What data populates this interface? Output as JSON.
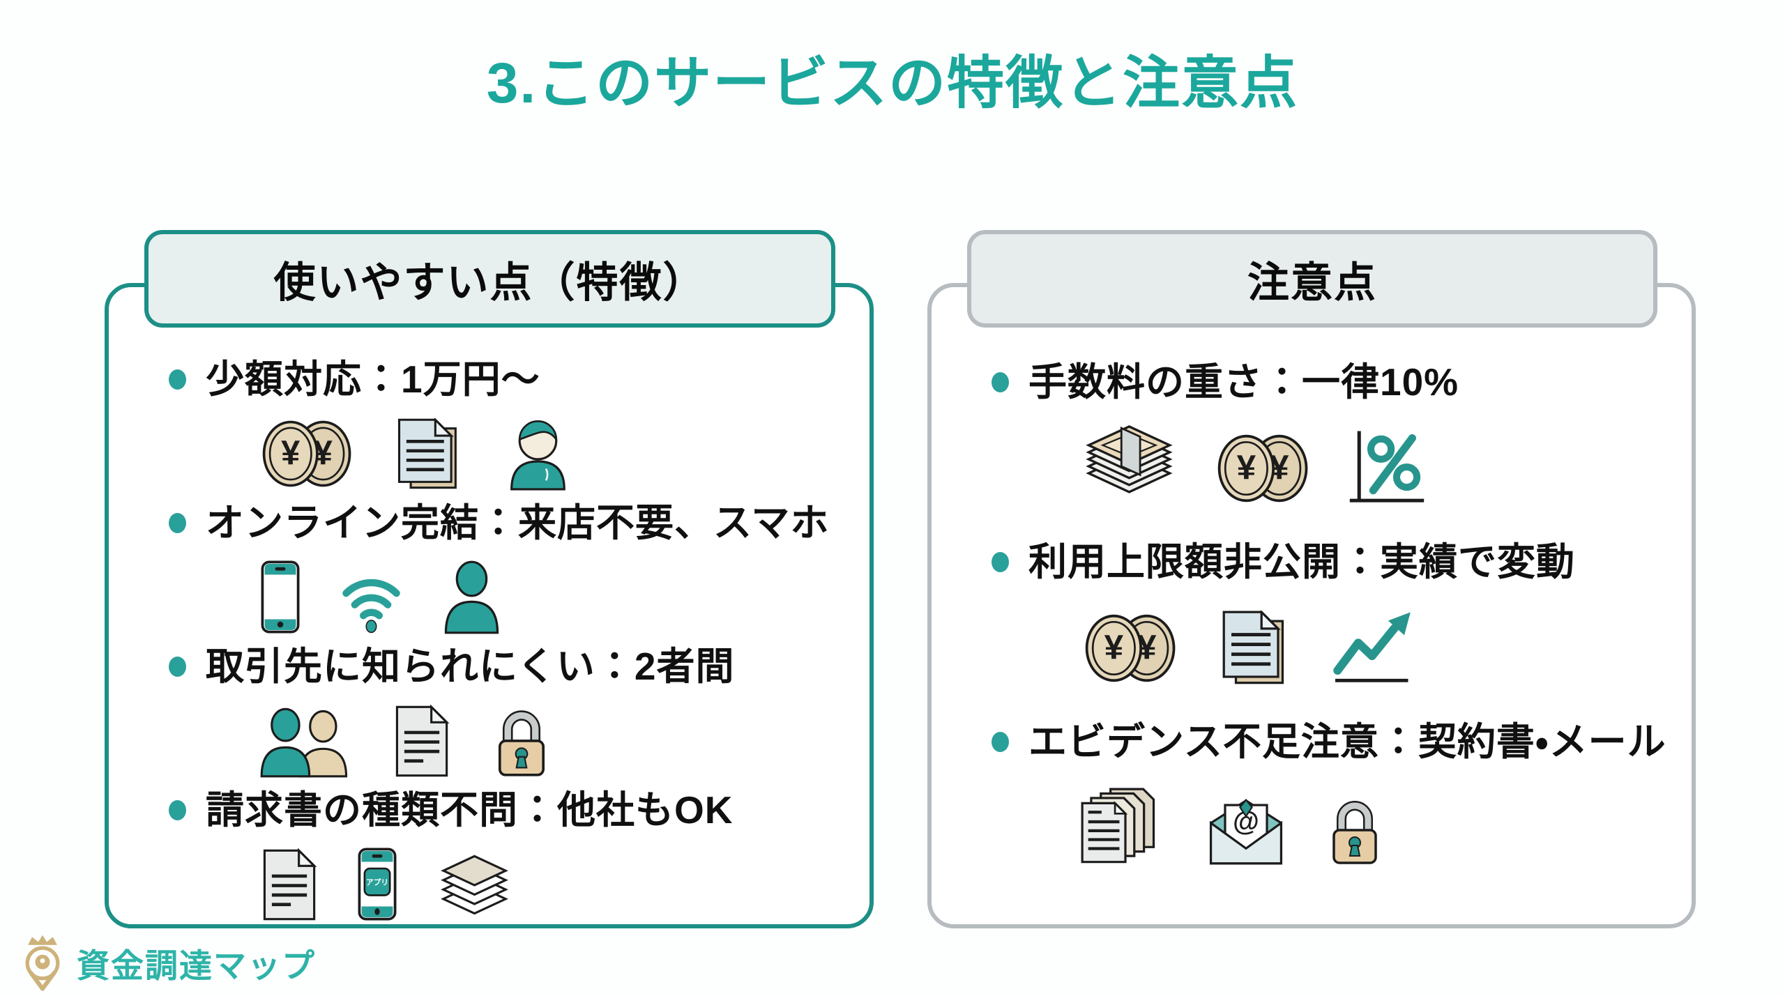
{
  "title": "3.このサービスの特徴と注意点",
  "colors": {
    "accent_teal": "#1ba79c",
    "panel_left_border": "#1c8f86",
    "panel_right_border": "#b6bcc0",
    "header_fill": "#e8f0ef",
    "text": "#101010",
    "icon_tan": "#e2d0ab",
    "logo_gold": "#cdb27a"
  },
  "panels": [
    {
      "id": "features",
      "header": "使いやすい点（特徴）",
      "items": [
        {
          "text": "少額対応：1万円〜",
          "icons": [
            "yen-coins-icon",
            "documents-icon",
            "person-face-icon"
          ]
        },
        {
          "text": "オンライン完結：来店不要、スマホ",
          "icons": [
            "smartphone-icon",
            "wifi-icon",
            "person-icon"
          ]
        },
        {
          "text": "取引先に知られにくい：2者間",
          "icons": [
            "two-people-icon",
            "document-icon",
            "lock-icon"
          ]
        },
        {
          "text": "請求書の種類不問：他社もOK",
          "icons": [
            "document-icon",
            "phone-app-icon",
            "layers-icon"
          ]
        }
      ]
    },
    {
      "id": "cautions",
      "header": "注意点",
      "items": [
        {
          "text": "手数料の重さ：一律10%",
          "icons": [
            "banknotes-icon",
            "yen-coins-icon",
            "percent-chart-icon"
          ]
        },
        {
          "text": "利用上限額非公開：実績で変動",
          "icons": [
            "yen-coins-icon",
            "documents-icon",
            "growth-chart-icon"
          ]
        },
        {
          "text": "エビデンス不足注意：契約書・メール",
          "icons": [
            "document-stack-icon",
            "email-icon",
            "lock-icon"
          ]
        }
      ]
    }
  ],
  "footer": {
    "logo_text": "資金調達マップ"
  },
  "misc": {
    "yen_symbol": "¥",
    "at_symbol": "@",
    "phone_app_label": "アプリ"
  }
}
